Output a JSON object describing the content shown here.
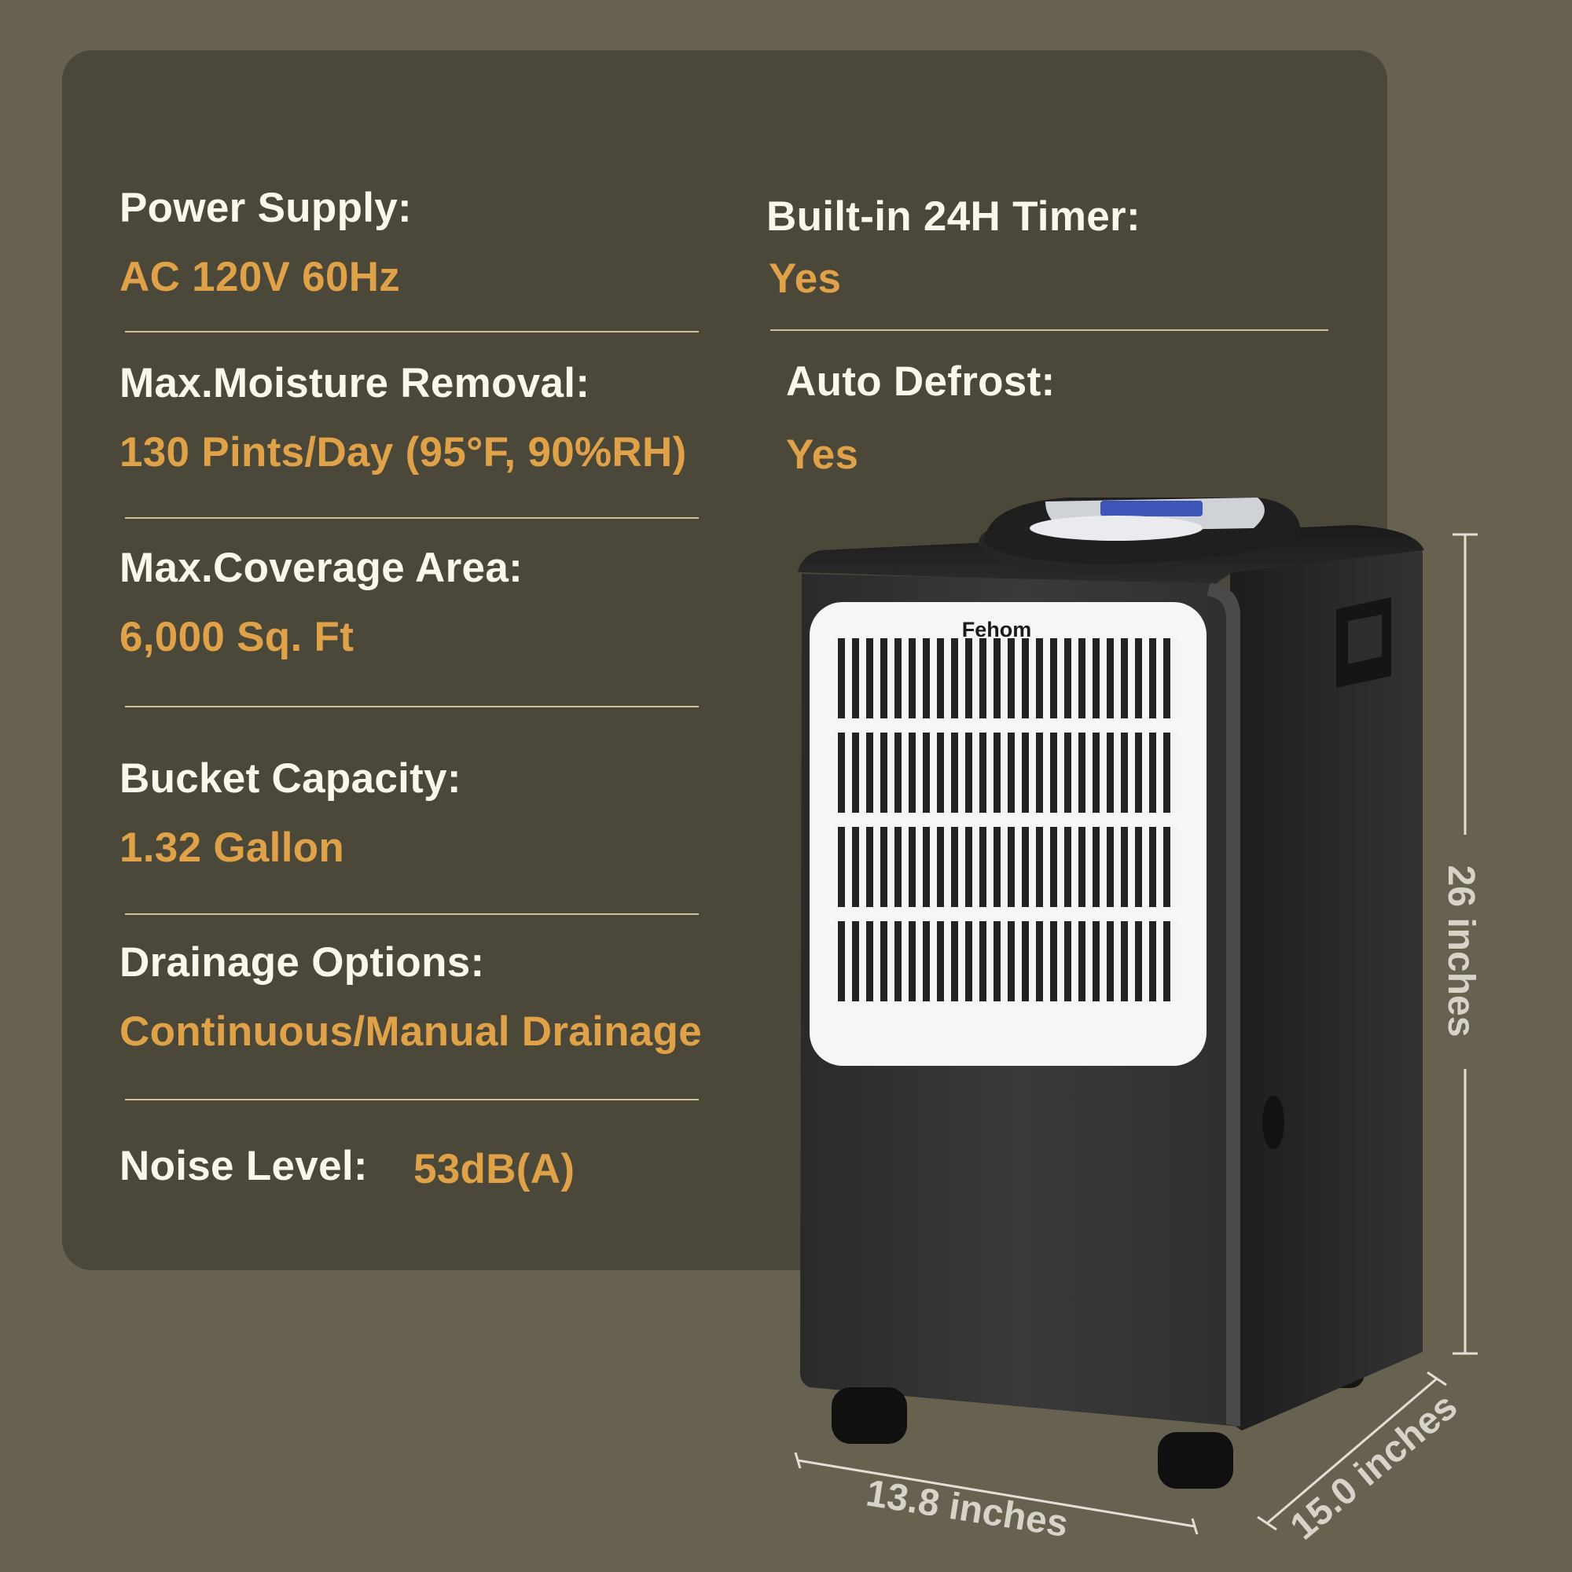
{
  "specs": {
    "power_supply": {
      "label": "Power Supply:",
      "value": "AC 120V 60Hz"
    },
    "timer": {
      "label": "Built-in 24H Timer:",
      "value": "Yes"
    },
    "moisture_removal": {
      "label": "Max.Moisture Removal:",
      "value": "130 Pints/Day (95°F, 90%RH)"
    },
    "auto_defrost": {
      "label": "Auto Defrost:",
      "value": "Yes"
    },
    "coverage": {
      "label": "Max.Coverage Area:",
      "value": "6,000 Sq. Ft"
    },
    "bucket": {
      "label": "Bucket Capacity:",
      "value": "1.32 Gallon"
    },
    "drainage": {
      "label": "Drainage Options:",
      "value": "Continuous/Manual Drainage"
    },
    "noise": {
      "label": "Noise Level:",
      "value": "53dB(A)"
    }
  },
  "product": {
    "brand": "Fehom",
    "height": "26 inches",
    "width": "13.8 inches",
    "depth": "15.0 inches"
  },
  "colors": {
    "background": "#676150",
    "panel": "#4c4839",
    "label": "#fbf7ea",
    "value": "#e0a248"
  }
}
